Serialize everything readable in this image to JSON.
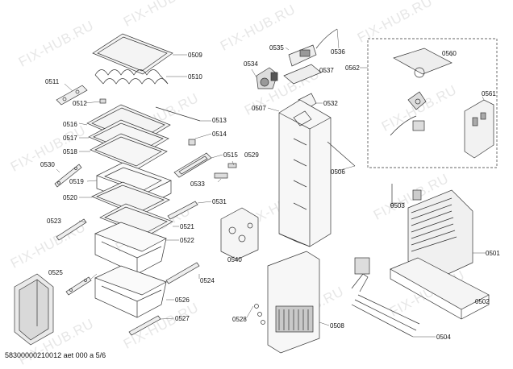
{
  "watermark_text": "FIX-HUB.RU",
  "footer_text": "58300000210012 aet 000 a 5/6",
  "part_numbers": [
    "0509",
    "0510",
    "0511",
    "0512",
    "0513",
    "0514",
    "0515",
    "0516",
    "0517",
    "0518",
    "0519",
    "0520",
    "0521",
    "0522",
    "0523",
    "0524",
    "0525",
    "0526",
    "0527",
    "0528",
    "0529",
    "0530",
    "0531",
    "0532",
    "0533",
    "0534",
    "0535",
    "0536",
    "0537",
    "0540",
    "0501",
    "0502",
    "0503",
    "0504",
    "0506",
    "0507",
    "0508",
    "0560",
    "0561",
    "0562"
  ]
}
